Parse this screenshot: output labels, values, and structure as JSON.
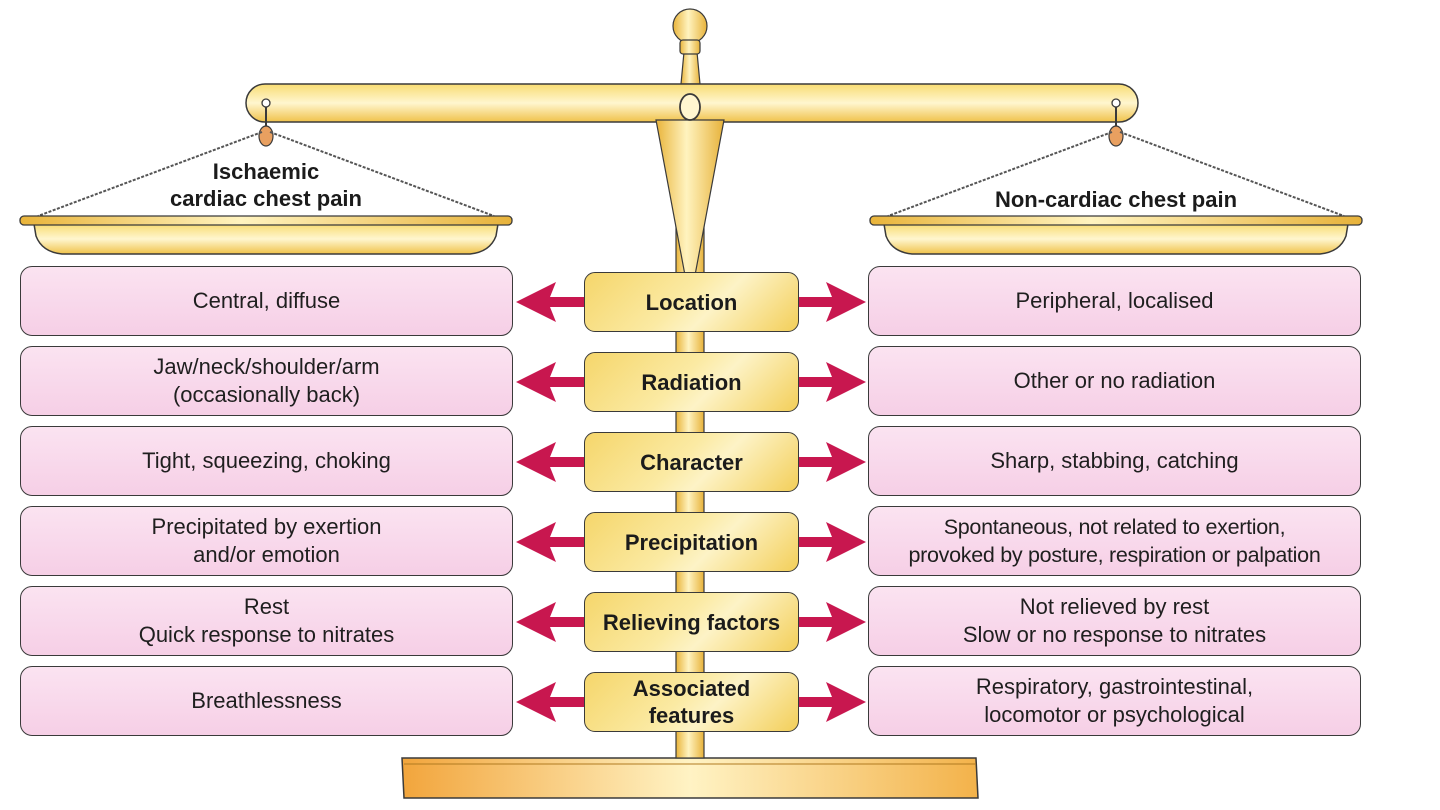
{
  "left_pan": {
    "title": "Ischaemic\ncardiac chest pain"
  },
  "right_pan": {
    "title": "Non-cardiac chest pain"
  },
  "rows": [
    {
      "left": "Central, diffuse",
      "label": "Location",
      "right": "Peripheral, localised"
    },
    {
      "left": "Jaw/neck/shoulder/arm\n(occasionally back)",
      "label": "Radiation",
      "right": "Other or no radiation"
    },
    {
      "left": "Tight, squeezing, choking",
      "label": "Character",
      "right": "Sharp, stabbing, catching"
    },
    {
      "left": "Precipitated by exertion\nand/or emotion",
      "label": "Precipitation",
      "right": "Spontaneous, not related to exertion,\nprovoked by posture, respiration or palpation"
    },
    {
      "left": "Rest\nQuick response to nitrates",
      "label": "Relieving factors",
      "right": "Not relieved by rest\nSlow or no response to nitrates"
    },
    {
      "left": "Breathlessness",
      "label": "Associated\nfeatures",
      "right": "Respiratory, gastrointestinal,\nlocomotor or psychological"
    }
  ],
  "colors": {
    "gold": "#f2c94c",
    "gold_light": "#fdf0b8",
    "pink_box": "#f6cfe6",
    "arrow": "#c8174f",
    "outline": "#3a3a3a"
  }
}
